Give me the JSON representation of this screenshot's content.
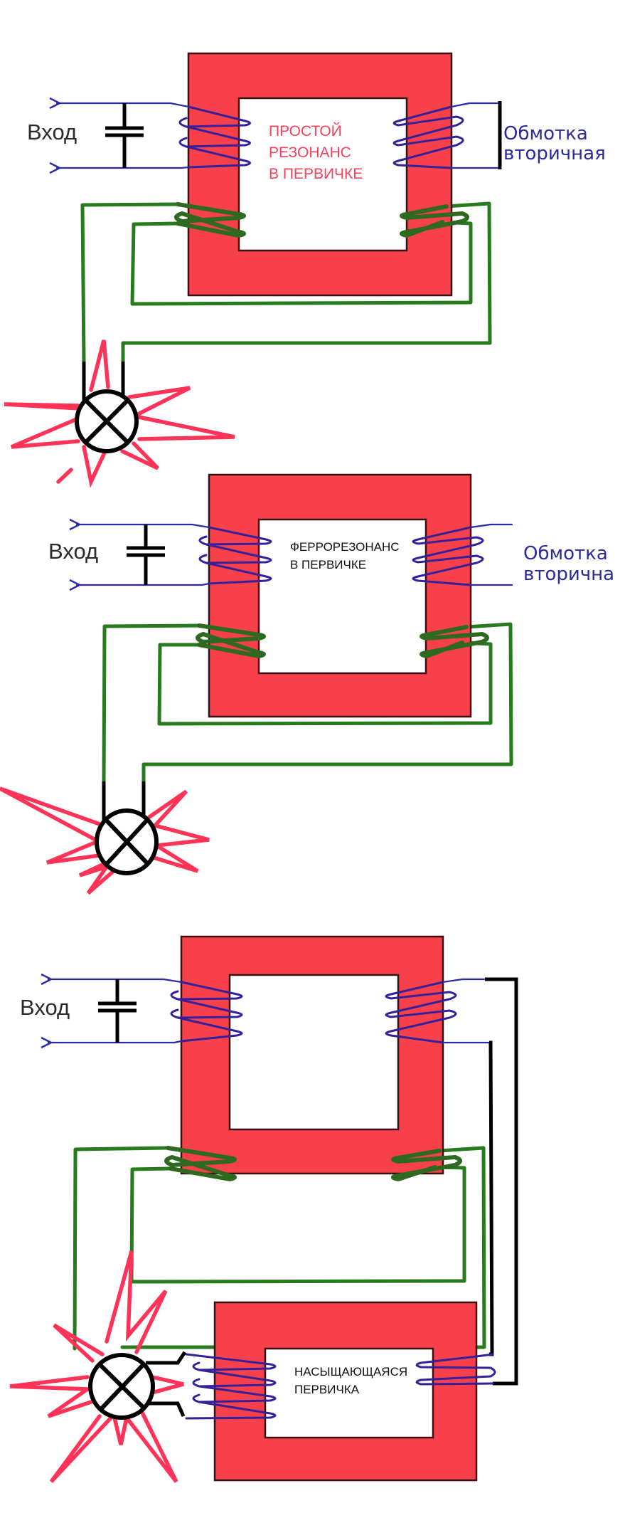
{
  "diagrams": [
    {
      "input_label": "Вход",
      "note_lines": [
        "ПРОСТОЙ",
        "РЕЗОНАНС",
        "В ПЕРВИЧКЕ"
      ],
      "secondary_label_lines": [
        "Обмотка",
        "вторичная"
      ]
    },
    {
      "input_label": "Вход",
      "note_lines": [
        "ФЕРРОРЕЗОНАНС",
        "В ПЕРВИЧКЕ"
      ],
      "secondary_label_lines": [
        "Обмотка",
        "вторична"
      ]
    },
    {
      "input_label": "Вход",
      "note_lines": [
        "НАСЫЩАЮЩАЯСЯ",
        "ПЕРВИЧКА"
      ]
    }
  ],
  "colors": {
    "core": "#f8404b",
    "primary_wire": "#2a2aa8",
    "control_wire": "#287a1e",
    "lamp_rays": "#ff3358",
    "note_red": "#f8405a"
  },
  "icons": [
    "capacitor-icon",
    "lamp-icon",
    "input-arrow-icon"
  ]
}
